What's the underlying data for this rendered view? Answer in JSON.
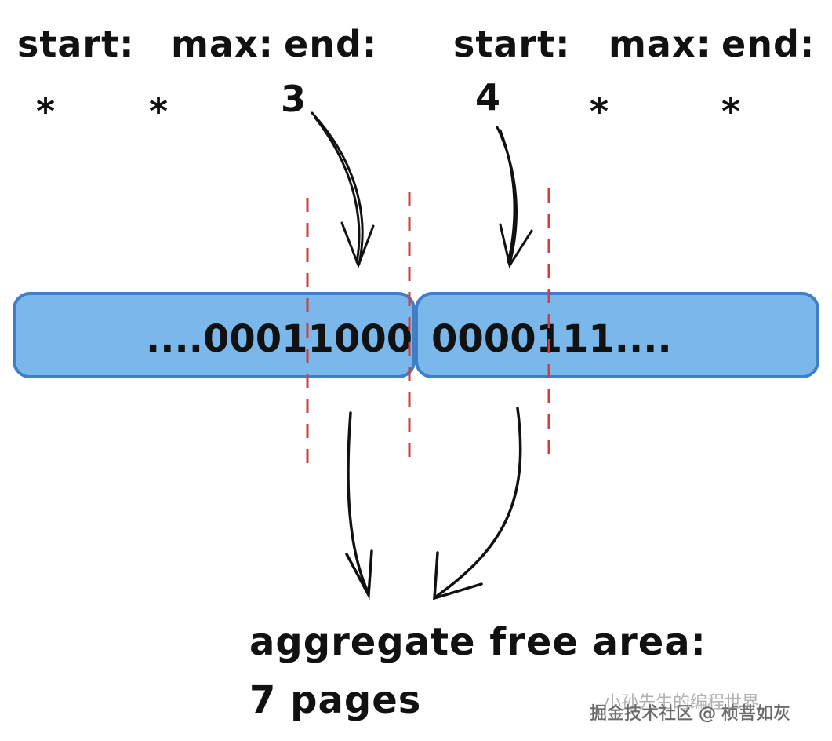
{
  "left_header": {
    "start_label": "start:",
    "max_label": "max:",
    "end_label": "end:",
    "start_value": "*",
    "max_value": "*",
    "end_value": "3"
  },
  "right_header": {
    "start_label": "start:",
    "max_label": "max:",
    "end_label": "end:",
    "start_value": "4",
    "max_value": "*",
    "end_value": "*"
  },
  "left_block": {
    "bits": "....00011000"
  },
  "right_block": {
    "bits": "0000111...."
  },
  "result": {
    "line1": "aggregate free area:",
    "line2": "7 pages"
  },
  "watermark": {
    "text": "掘金技术社区 @ 桢菩如灰",
    "faded": "小孙先生的编程世界"
  },
  "colors": {
    "block_fill": "#7ab8ec",
    "block_stroke": "#3f7fc8",
    "dashed_line": "#d63b3b",
    "ink": "#111111"
  }
}
